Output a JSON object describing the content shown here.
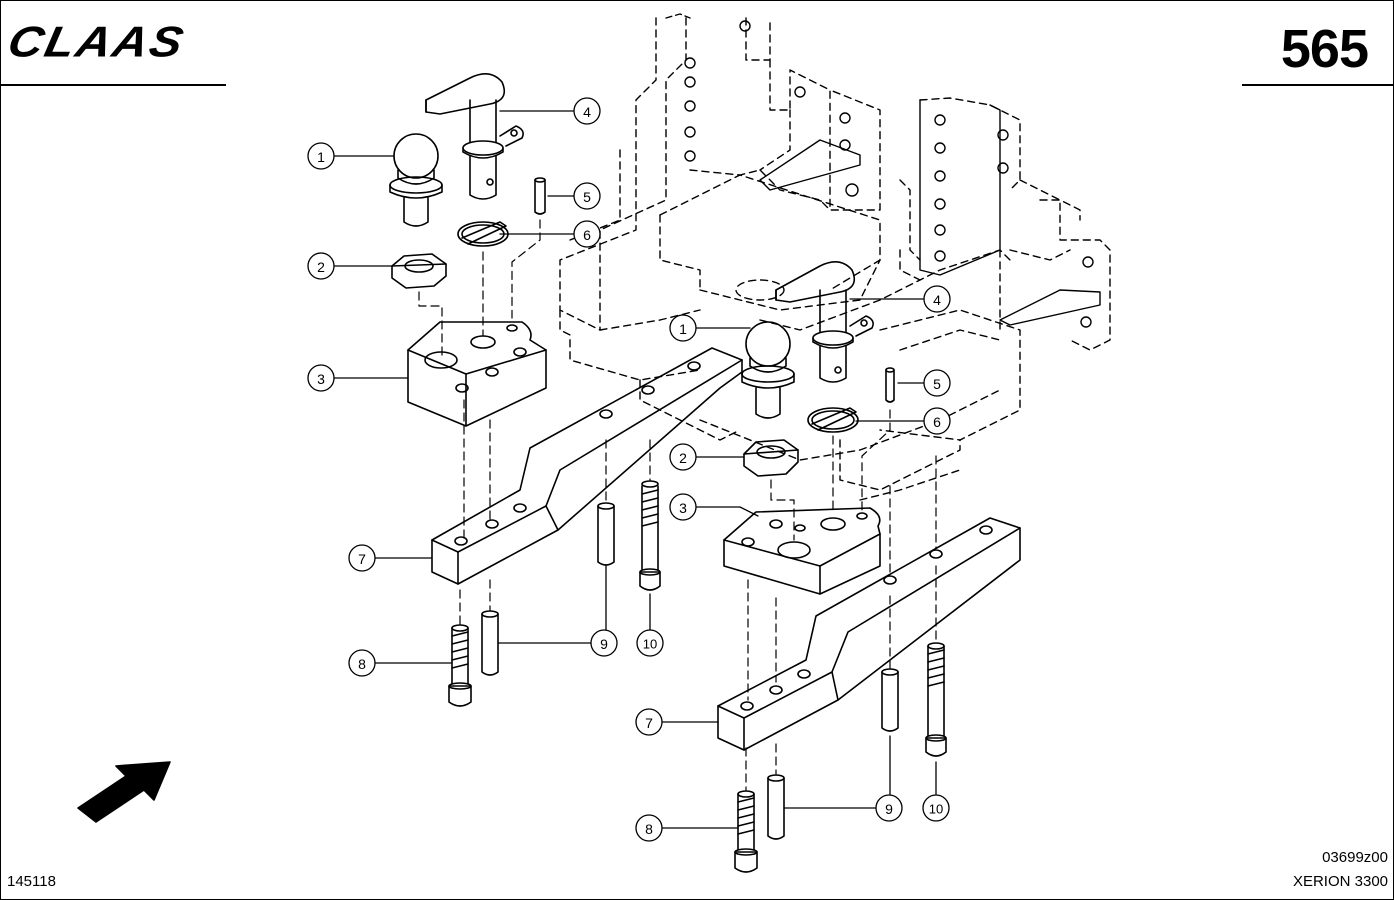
{
  "header": {
    "brand": "CLAAS",
    "page_number": "565"
  },
  "footer": {
    "sheet_id": "145118",
    "drawing_id": "03699z00",
    "model": "XERION 3300"
  },
  "callouts": {
    "left": [
      "1",
      "2",
      "3",
      "4",
      "5",
      "6",
      "7",
      "8",
      "9",
      "10"
    ],
    "right": [
      "1",
      "2",
      "3",
      "4",
      "5",
      "6",
      "7",
      "8",
      "9",
      "10"
    ]
  },
  "icons": {
    "direction": "arrow-direction-icon"
  },
  "colors": {
    "line": "#000000",
    "background": "#ffffff"
  }
}
